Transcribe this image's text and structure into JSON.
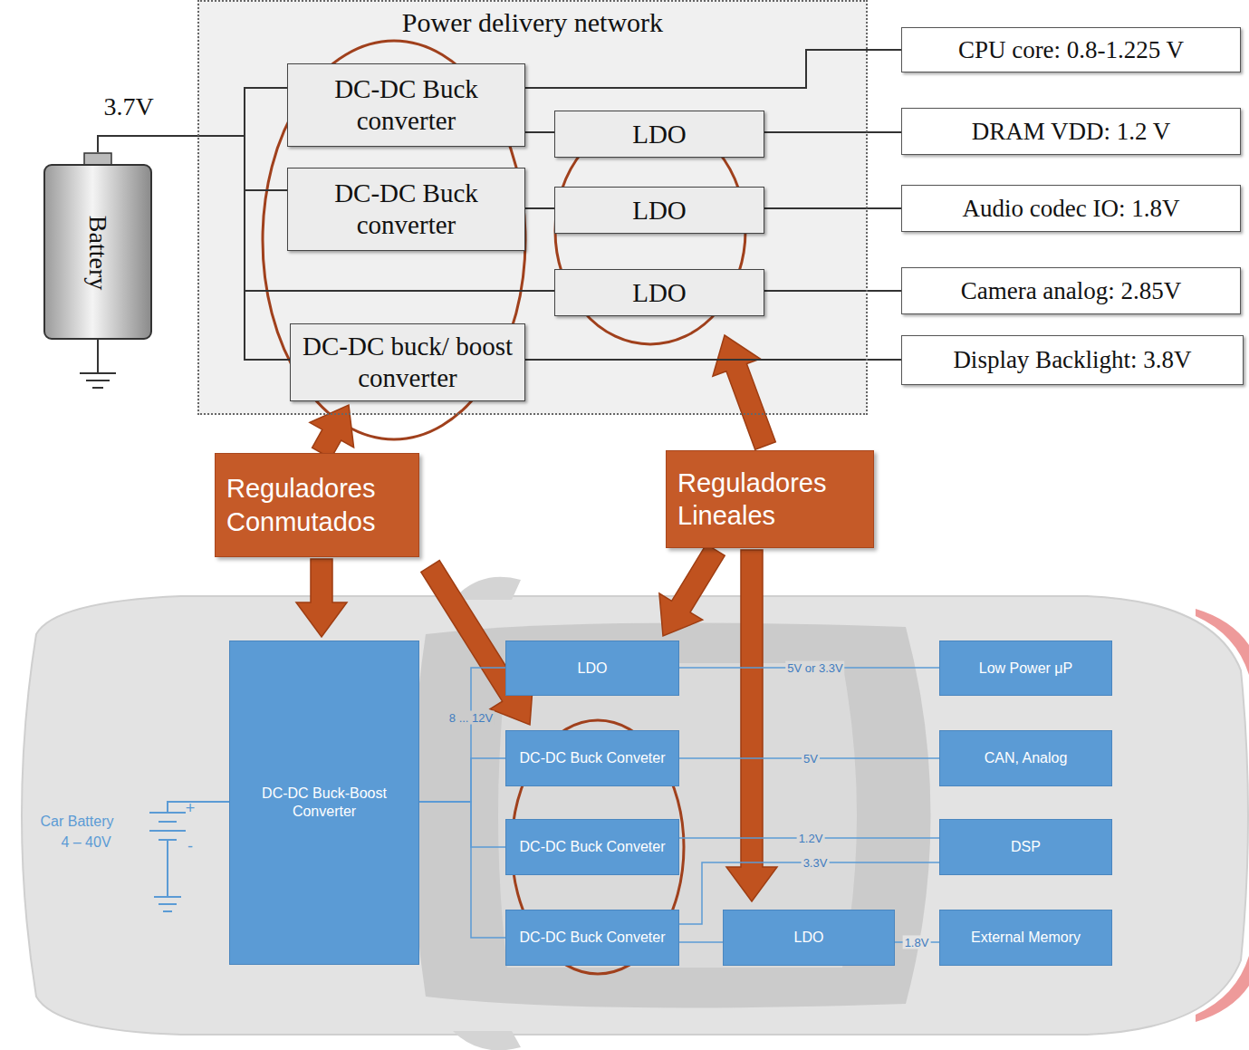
{
  "diagram": {
    "nodes": [
      {
        "text": [
          "Battery"
        ]
      },
      {
        "text": [
          "Power delivery network"
        ]
      },
      {
        "text": [
          "DC-DC Buck converter"
        ],
        "in": 1
      },
      {
        "text": [
          "LDO"
        ],
        "in": 1
      },
      {
        "text": [
          "DC-DC Buck converter"
        ],
        "in": 1
      },
      {
        "text": [
          "LDO"
        ],
        "in": 1
      },
      {
        "text": [
          "LDO"
        ],
        "in": 1
      },
      {
        "text": [
          "DC-DC buck/ boost converter"
        ],
        "in": 1
      },
      {
        "text": [
          "CPU core: 0.8-1.225 V"
        ]
      },
      {
        "text": [
          "DRAM VDD: 1.2 V"
        ]
      },
      {
        "text": [
          "Audio codec IO: 1.8V"
        ]
      },
      {
        "text": [
          "Camera analog: 2.85V"
        ]
      },
      {
        "text": [
          "Display Backlight: 3.8V"
        ]
      },
      {
        "text": [
          "Reguladores Conmutados"
        ]
      },
      {
        "text": [
          "Reguladores Lineales"
        ]
      },
      {
        "text": [
          "DC-DC Buck-Boost Converter"
        ]
      },
      {
        "text": [
          "LDO"
        ]
      },
      {
        "text": [
          "DC-DC Buck Conveter"
        ]
      },
      {
        "text": [
          "DC-DC Buck Conveter"
        ]
      },
      {
        "text": [
          "DC-DC Buck Conveter"
        ]
      },
      {
        "text": [
          "LDO"
        ]
      },
      {
        "text": [
          "Low Power μP"
        ]
      },
      {
        "text": [
          "CAN, Analog"
        ]
      },
      {
        "text": [
          "DSP"
        ]
      },
      {
        "text": [
          "External Memory"
        ]
      }
    ],
    "edges": [
      {
        "from": 0,
        "to": 2,
        "arrow": "none"
      },
      {
        "from": 0,
        "to": 4,
        "arrow": "none"
      },
      {
        "from": 0,
        "to": 6,
        "arrow": "none"
      },
      {
        "from": 0,
        "to": 7,
        "arrow": "none"
      },
      {
        "from": 2,
        "to": 8,
        "arrow": "none"
      },
      {
        "from": 2,
        "to": 3,
        "arrow": "none"
      },
      {
        "from": 3,
        "to": 9,
        "arrow": "none"
      },
      {
        "from": 4,
        "to": 5,
        "arrow": "none"
      },
      {
        "from": 5,
        "to": 10,
        "arrow": "none"
      },
      {
        "from": 6,
        "to": 11,
        "arrow": "none"
      },
      {
        "from": 7,
        "to": 12,
        "arrow": "none"
      },
      {
        "from": 15,
        "to": 16,
        "arrow": "none"
      },
      {
        "from": 15,
        "to": 17,
        "arrow": "none"
      },
      {
        "from": 15,
        "to": 18,
        "arrow": "none"
      },
      {
        "from": 15,
        "to": 19,
        "arrow": "none"
      },
      {
        "from": 16,
        "to": 21,
        "label": "5V or 3.3V",
        "arrow": "none"
      },
      {
        "from": 17,
        "to": 22,
        "label": "5V",
        "arrow": "none"
      },
      {
        "from": 18,
        "to": 23,
        "label": "1.2V",
        "arrow": "none"
      },
      {
        "from": 19,
        "to": 23,
        "label": "3.3V",
        "arrow": "none"
      },
      {
        "from": 19,
        "to": 20,
        "arrow": "none"
      },
      {
        "from": 20,
        "to": 24,
        "label": "1.8V",
        "arrow": "none"
      }
    ],
    "labels": [
      "3.7V",
      "Car Battery",
      "4 – 40V",
      "+",
      "-",
      "8 ... 12V"
    ]
  }
}
